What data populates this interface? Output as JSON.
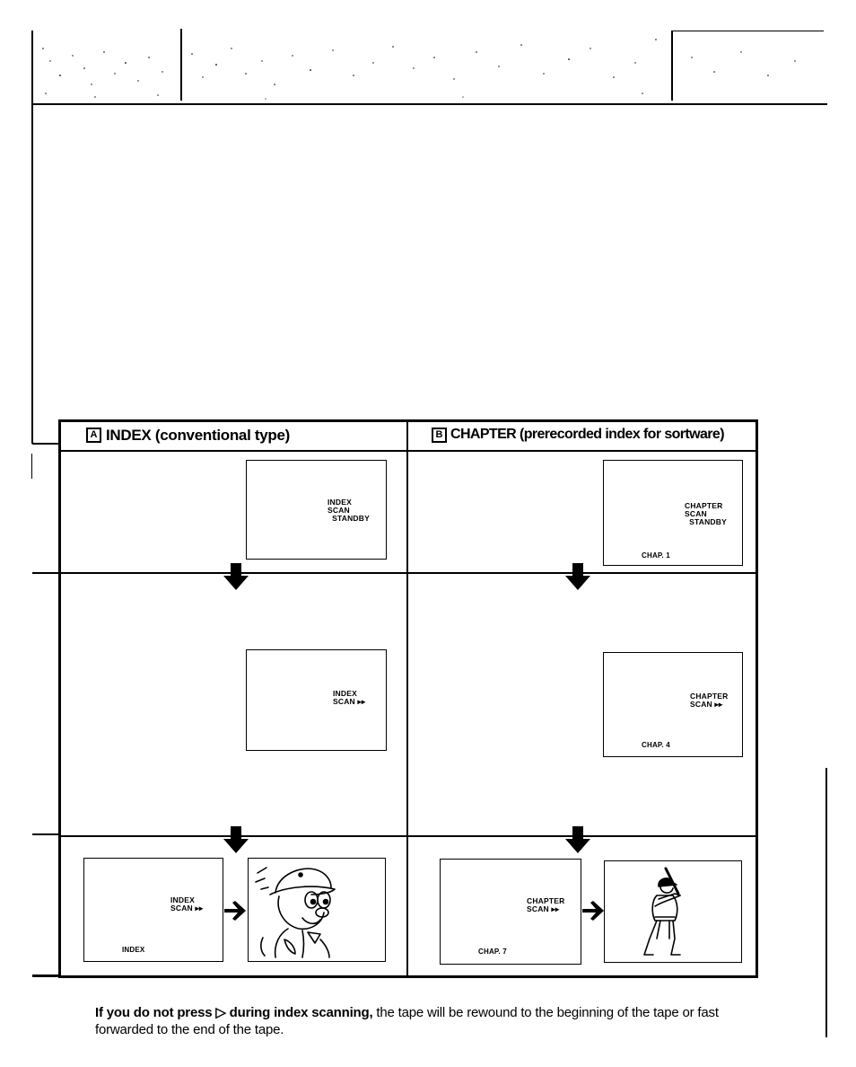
{
  "diagram": {
    "column_a": {
      "letter": "A",
      "title": "INDEX (conventional type)",
      "screen1": {
        "text": "INDEX\nSCAN\n  STANDBY"
      },
      "screen2": {
        "text": "INDEX\nSCAN ▸▸"
      },
      "screen3": {
        "text": "INDEX\nSCAN ▸▸",
        "bottom": "INDEX"
      },
      "illustration_icon": "cartoon-character-icon"
    },
    "column_b": {
      "letter": "B",
      "title": "CHAPTER (prerecorded index for sortware)",
      "screen1": {
        "text": "CHAPTER\nSCAN\n  STANDBY",
        "bottom": "CHAP. 1"
      },
      "screen2": {
        "text": "CHAPTER\nSCAN ▸▸",
        "bottom": "CHAP. 4"
      },
      "screen3": {
        "text": "CHAPTER\nSCAN ▸▸",
        "bottom": "CHAP. 7"
      },
      "illustration_icon": "baseball-batter-icon"
    }
  },
  "caption": {
    "bold": "If you do not press ▷ during index scanning,",
    "rest": " the tape will be rewound to the beginning of the tape or fast forwarded to the end of the tape."
  },
  "colors": {
    "ink": "#000000",
    "paper": "#ffffff"
  }
}
